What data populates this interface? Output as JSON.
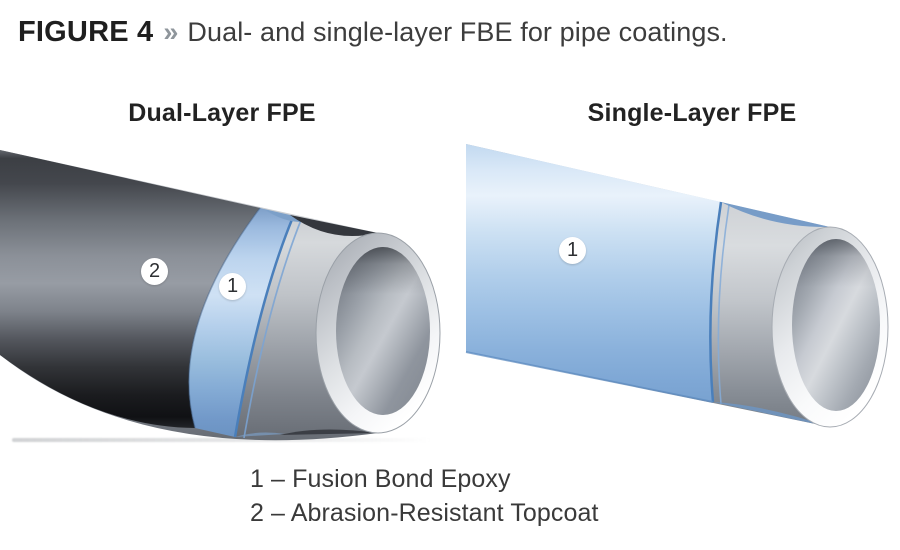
{
  "figure_header": {
    "label": "FIGURE 4",
    "separator": "»",
    "caption": "Dual- and single-layer FBE for pipe coatings."
  },
  "diagrams": {
    "dual": {
      "title": "Dual-Layer FPE",
      "markers": {
        "topcoat": "2",
        "fbe": "1"
      }
    },
    "single": {
      "title": "Single-Layer FPE",
      "markers": {
        "fbe": "1"
      }
    }
  },
  "legend": {
    "items": [
      {
        "text": "1 – Fusion Bond Epoxy"
      },
      {
        "text": "2 – Abrasion-Resistant Topcoat"
      }
    ]
  },
  "colors": {
    "fbe_blue": "#a9c7e7",
    "fbe_edge_blue": "#4a7fbb",
    "topcoat_dark": "#1b1c1f",
    "steel_gray": "#c3c6cb",
    "separator_gray": "#8f969c",
    "text_dark": "#3d3d3d"
  }
}
